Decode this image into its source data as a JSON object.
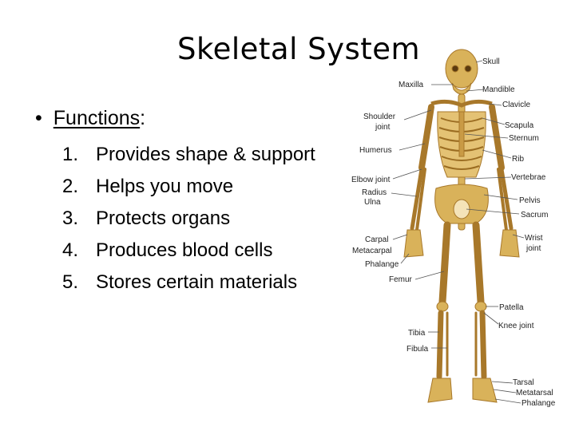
{
  "slide": {
    "title": "Skeletal System",
    "heading": {
      "bullet": "•",
      "word": "Functions",
      "colon": ":"
    },
    "functions": [
      {
        "num": "1.",
        "text": "Provides shape & support"
      },
      {
        "num": "2.",
        "text": "Helps you move"
      },
      {
        "num": "3.",
        "text": "Protects organs"
      },
      {
        "num": "4.",
        "text": "Produces blood cells"
      },
      {
        "num": "5.",
        "text": "Stores certain materials"
      }
    ]
  },
  "figure": {
    "bone_color": "#d9b25a",
    "bone_shadow": "#a8782a",
    "labels": {
      "skull": "Skull",
      "maxilla": "Maxilla",
      "mandible": "Mandible",
      "clavicle": "Clavicle",
      "shoulder": "Shoulder",
      "shoulder2": "joint",
      "scapula": "Scapula",
      "sternum": "Sternum",
      "humerus": "Humerus",
      "rib": "Rib",
      "elbow": "Elbow joint",
      "vertebrae": "Vertebrae",
      "radius": "Radius",
      "ulna": "Ulna",
      "pelvis": "Pelvis",
      "sacrum": "Sacrum",
      "carpal": "Carpal",
      "metacarpal": "Metacarpal",
      "wrist": "Wrist",
      "wrist2": "joint",
      "phalange_hand": "Phalange",
      "femur": "Femur",
      "patella": "Patella",
      "knee": "Knee joint",
      "tibia": "Tibia",
      "fibula": "Fibula",
      "tarsal": "Tarsal",
      "metatarsal": "Metatarsal",
      "phalange_foot": "Phalange"
    }
  }
}
